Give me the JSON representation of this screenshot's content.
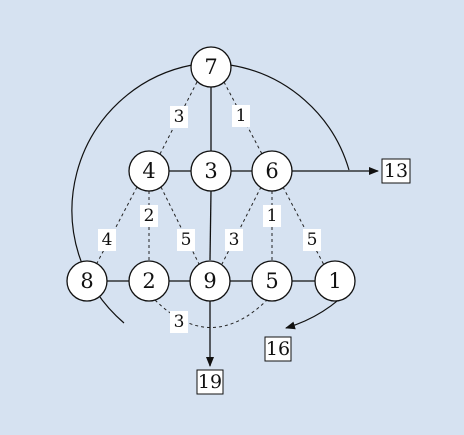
{
  "colors": {
    "background": "#d6e2f1",
    "node_fill": "#ffffff",
    "stroke": "#111111"
  },
  "nodes": {
    "top": "7",
    "mid_left": "4",
    "mid_center": "3",
    "mid_right": "6",
    "bot_1": "8",
    "bot_2": "2",
    "bot_3": "9",
    "bot_4": "5",
    "bot_5": "1"
  },
  "edge_weights": {
    "top_to_mid_left": "3",
    "top_to_mid_right": "1",
    "mid_left_to_bot_1": "4",
    "mid_left_to_bot_2": "2",
    "mid_left_to_bot_3": "5",
    "mid_right_to_bot_3": "3",
    "mid_right_to_bot_4": "1",
    "mid_right_to_bot_5": "5",
    "bot_2_to_bot_4_curve": "3"
  },
  "outputs": {
    "right": "13",
    "bottom_right": "16",
    "bottom": "19"
  }
}
